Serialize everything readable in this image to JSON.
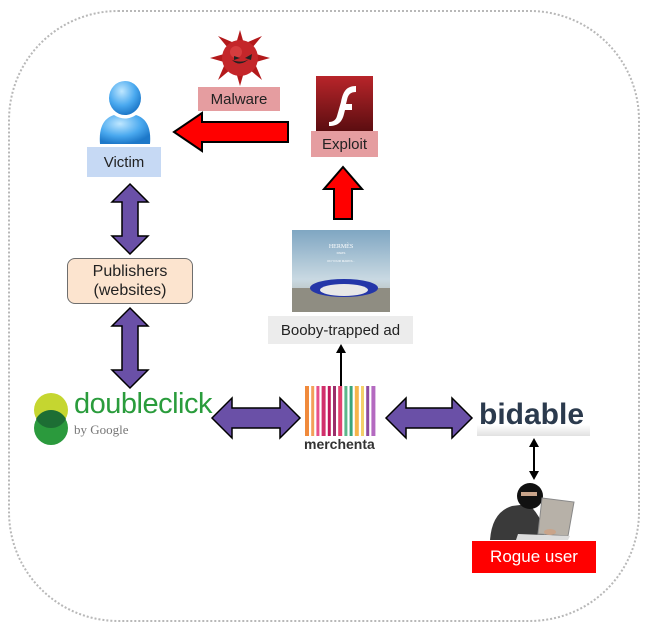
{
  "diagram": {
    "title": "Malvertising attack chain",
    "nodes": {
      "victim": {
        "label": "Victim",
        "icon": "user-icon"
      },
      "malware": {
        "label": "Malware",
        "icon": "virus-icon"
      },
      "exploit": {
        "label": "Exploit",
        "icon": "flash-icon"
      },
      "publishers": {
        "line1": "Publishers",
        "line2": "(websites)"
      },
      "booby_trapped_ad": {
        "label": "Booby-trapped ad",
        "icon": "ad-image",
        "ad_brand": "HERMÈS",
        "ad_sub": "PARIS",
        "ad_tagline": "ON YOUR MARKS..."
      },
      "doubleclick": {
        "label": "doubleclick",
        "sublabel": "by Google"
      },
      "merchenta": {
        "label": "merchenta"
      },
      "bidable": {
        "label": "bidable"
      },
      "rogue_user": {
        "label": "Rogue user",
        "icon": "hacker-icon"
      }
    },
    "edges": [
      {
        "from": "exploit",
        "to": "victim",
        "style": "red-arrow"
      },
      {
        "from": "booby_trapped_ad",
        "to": "exploit",
        "style": "red-arrow"
      },
      {
        "from": "victim",
        "to": "publishers",
        "style": "purple-double-arrow"
      },
      {
        "from": "publishers",
        "to": "doubleclick",
        "style": "purple-double-arrow"
      },
      {
        "from": "doubleclick",
        "to": "merchenta",
        "style": "purple-double-arrow"
      },
      {
        "from": "merchenta",
        "to": "bidable",
        "style": "purple-double-arrow"
      },
      {
        "from": "merchenta",
        "to": "booby_trapped_ad",
        "style": "thin-arrow"
      },
      {
        "from": "bidable",
        "to": "rogue_user",
        "style": "thin-double-arrow"
      }
    ],
    "colors": {
      "red_arrow": "#ff0000",
      "purple_arrow": "#6a50a7",
      "victim_label": "#c6d9f4",
      "malware_label": "#e59da0",
      "publishers_fill": "#fce4cf",
      "rogue_label": "#ff0000",
      "doubleclick_green": "#2a9c3c",
      "bidable_text": "#2b3a4d"
    }
  }
}
